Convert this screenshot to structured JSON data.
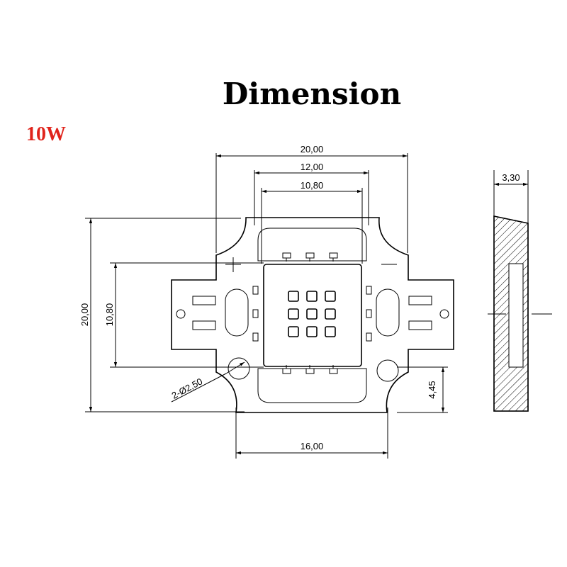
{
  "title": "Dimension",
  "power_label": "10W",
  "colors": {
    "power_label": "#e0231b",
    "line": "#000000",
    "background": "#ffffff"
  },
  "dimensions": {
    "overall_width": "20,00",
    "inner_width": "12,00",
    "lens_width": "10,80",
    "overall_height": "20,00",
    "lens_height": "10,80",
    "hole_diameter": "2-Ø2,50",
    "hole_offset": "4,45",
    "hole_spacing": "16,00",
    "thickness": "3,30"
  },
  "led_grid": {
    "rows": 3,
    "cols": 3
  }
}
